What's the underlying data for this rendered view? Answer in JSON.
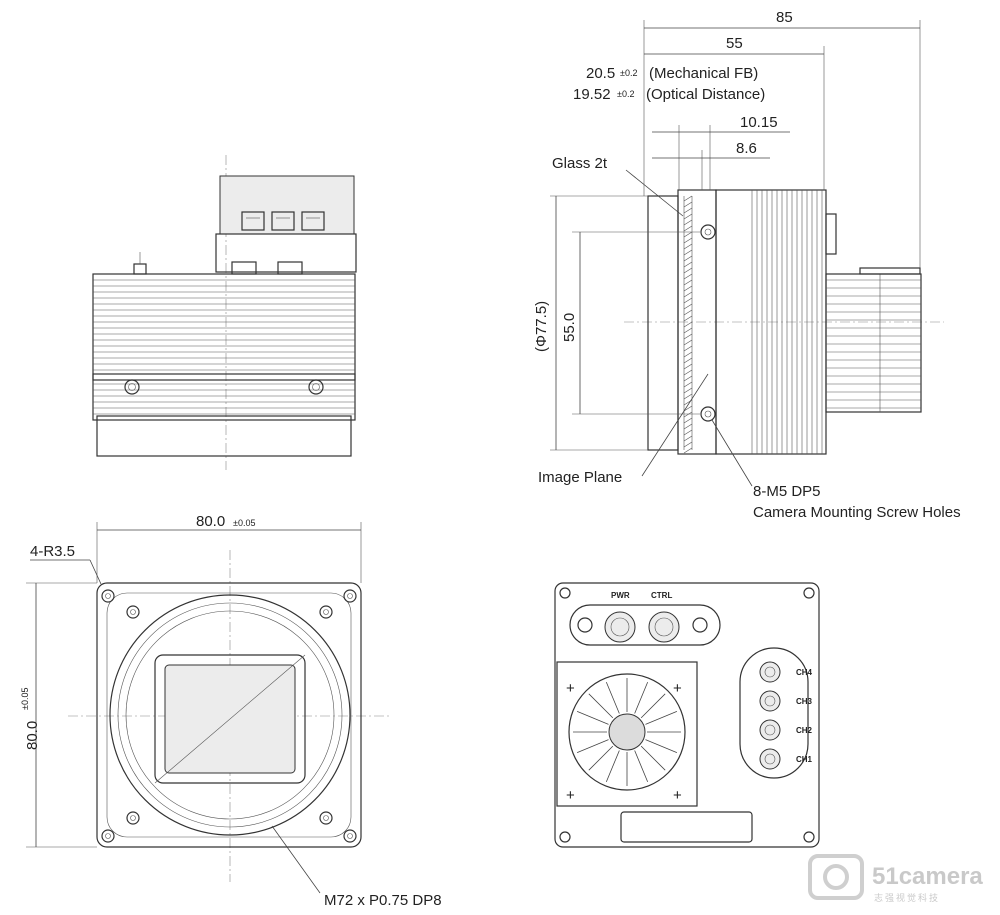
{
  "front_view": {
    "width_value": "80.0",
    "width_tolerance": "±0.05",
    "height_value": "80.0",
    "height_tolerance": "±0.05",
    "corner_radius_label": "4-R3.5",
    "mount_thread_label": "M72 x P0.75 DP8"
  },
  "side_view": {
    "overall_length": "85",
    "body_length": "55",
    "mech_fb_value": "20.5",
    "mech_fb_tolerance": "±0.2",
    "mech_fb_text": "(Mechanical FB)",
    "optical_value": "19.52",
    "optical_tolerance": "±0.2",
    "optical_text": "(Optical Distance)",
    "dim_1015": "10.15",
    "dim_86": "8.6",
    "glass_label": "Glass 2t",
    "image_plane_label": "Image Plane",
    "mount_diameter": "(Φ77.5)",
    "hole_spacing": "55.0",
    "screw_holes_line1": "8-M5 DP5",
    "screw_holes_line2": "Camera Mounting Screw Holes"
  },
  "rear_view": {
    "pwr_label": "PWR",
    "ctrl_label": "CTRL",
    "channels": [
      "CH4",
      "CH3",
      "CH2",
      "CH1"
    ]
  },
  "watermark": {
    "brand": "51camera",
    "subtitle": "志强视觉科技"
  }
}
